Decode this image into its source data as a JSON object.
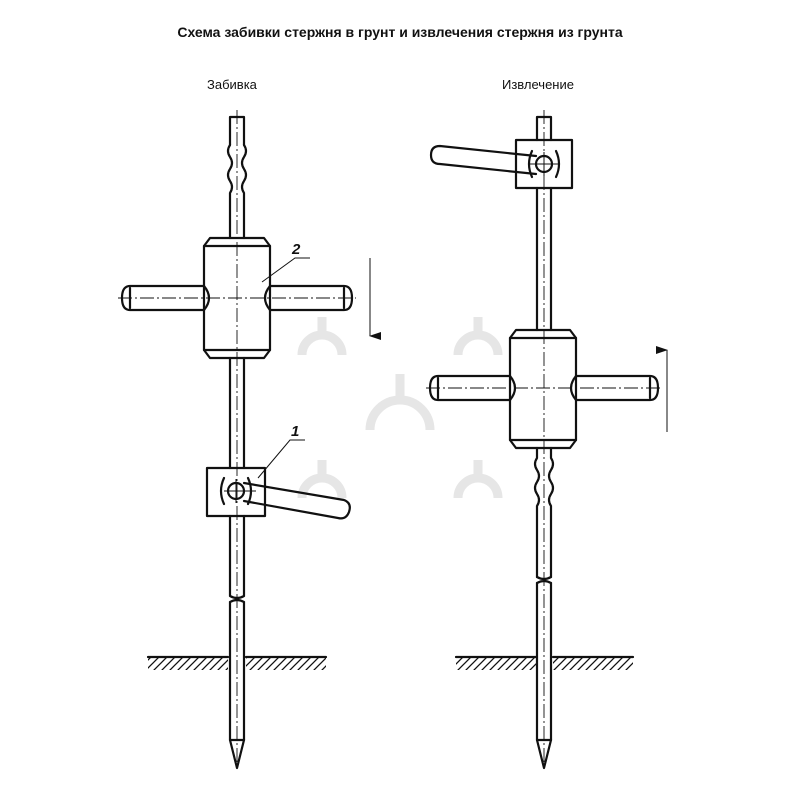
{
  "figure": {
    "title": "Схема забивки стержня в грунт и извлечения стержня из грунта",
    "panels": [
      {
        "caption": "Забивка",
        "direction_arrow": "down"
      },
      {
        "caption": "Извлечение",
        "direction_arrow": "up"
      }
    ],
    "callouts": [
      {
        "label": "2",
        "target": "driving-weight"
      },
      {
        "label": "1",
        "target": "clamp-with-handle"
      }
    ],
    "colors": {
      "line": "#111111",
      "watermark": "#e6e6e6",
      "background": "#ffffff"
    }
  }
}
